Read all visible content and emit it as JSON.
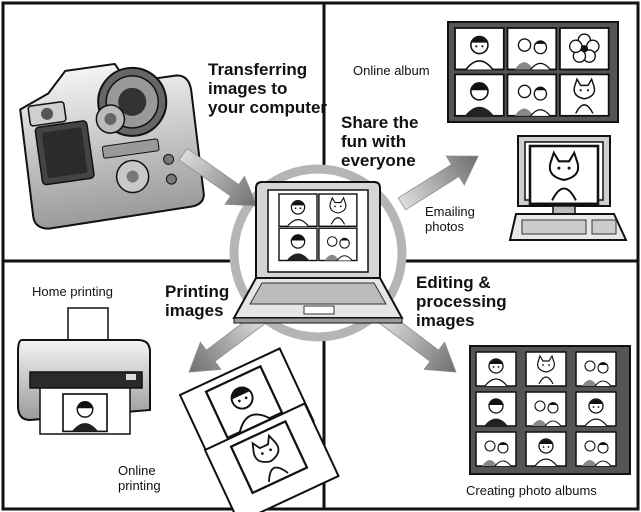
{
  "labels": {
    "transferring": "Transferring images to your computer",
    "share": "Share the fun with everyone",
    "online_album": "Online album",
    "emailing": "Emailing photos",
    "printing": "Printing images",
    "home_printing": "Home printing",
    "online_printing": "Online printing",
    "editing": "Editing & processing images",
    "creating_albums": "Creating photo albums"
  },
  "colors": {
    "border": "#111111",
    "circle": "#b5b5b5",
    "arrow_light": "#d4d4d4",
    "arrow_dark": "#7a7a7a",
    "device_light": "#eeeeee",
    "device_mid": "#bdbdbd",
    "device_dark": "#555555"
  },
  "icons": [
    "camera-icon",
    "laptop-icon",
    "printer-icon",
    "monitor-icon",
    "photo-frame-icon",
    "arrow-icon"
  ],
  "album_grid": {
    "online_album": [
      2,
      3
    ],
    "laptop_screen": [
      2,
      2
    ],
    "photo_albums": [
      3,
      3
    ]
  }
}
